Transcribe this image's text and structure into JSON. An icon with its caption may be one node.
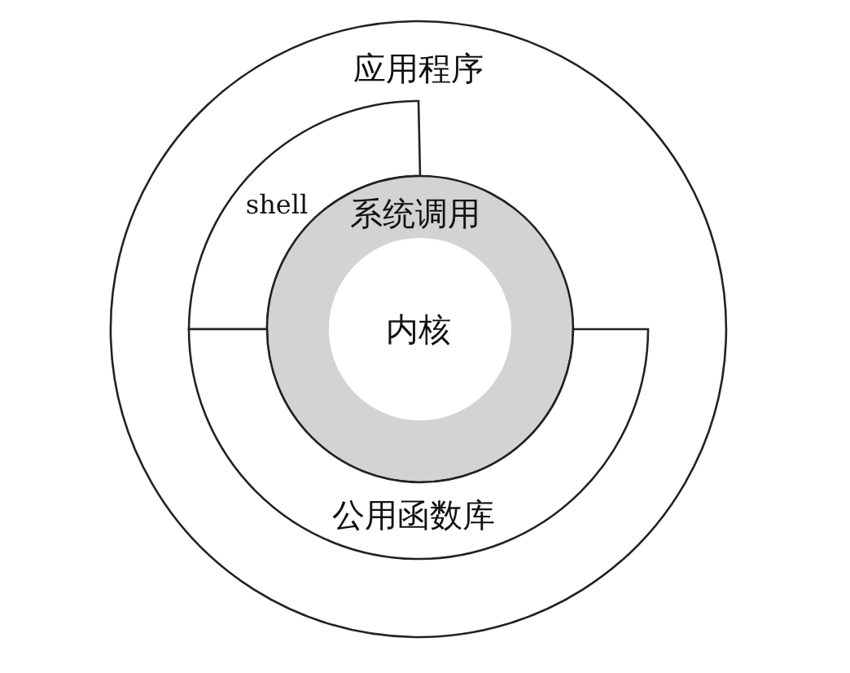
{
  "diagram": {
    "nodes": [
      {
        "text": [
          "应用程序"
        ]
      },
      {
        "text": [
          "shell"
        ],
        "in": 0
      },
      {
        "text": [
          "系统调用"
        ],
        "in": 0
      },
      {
        "text": [
          "内核"
        ],
        "in": 2
      },
      {
        "text": [
          "公用函数库"
        ],
        "in": 0
      }
    ]
  }
}
